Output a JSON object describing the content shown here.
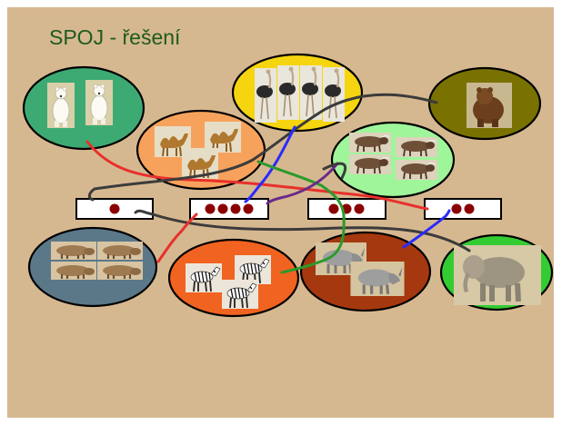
{
  "slide": {
    "title": "SPOJ - řešení",
    "background_color": "#d6b890"
  },
  "groups": [
    {
      "id": "polar-bears",
      "animal": "polar-bear-icon",
      "count": 2,
      "color": "#3daa74"
    },
    {
      "id": "ostriches",
      "animal": "ostrich-icon",
      "count": 4,
      "color": "#f5d50f"
    },
    {
      "id": "brown-bear",
      "animal": "brown-bear-icon",
      "count": 1,
      "color": "#7a7200"
    },
    {
      "id": "camels",
      "animal": "camel-icon",
      "count": 3,
      "color": "#f7a25c"
    },
    {
      "id": "buffaloes",
      "animal": "buffalo-icon",
      "count": 4,
      "color": "#9ff59a"
    },
    {
      "id": "hippos",
      "animal": "hippo-icon",
      "count": 4,
      "color": "#5b7888"
    },
    {
      "id": "zebras",
      "animal": "zebra-icon",
      "count": 3,
      "color": "#f16320"
    },
    {
      "id": "rhinos",
      "animal": "rhino-icon",
      "count": 2,
      "color": "#a5380f"
    },
    {
      "id": "elephant",
      "animal": "elephant-icon",
      "count": 1,
      "color": "#33cc33"
    }
  ],
  "dot_boxes": [
    {
      "id": "box-1",
      "dots": 1
    },
    {
      "id": "box-4",
      "dots": 4
    },
    {
      "id": "box-3",
      "dots": 3
    },
    {
      "id": "box-2",
      "dots": 2
    }
  ],
  "colors": {
    "dot": "#8b0000",
    "line_red": "#e8302c",
    "line_dark": "#3b3b3b",
    "line_blue": "#2a2aff",
    "line_green": "#2b9a2b",
    "line_purple": "#6a2a8a"
  }
}
